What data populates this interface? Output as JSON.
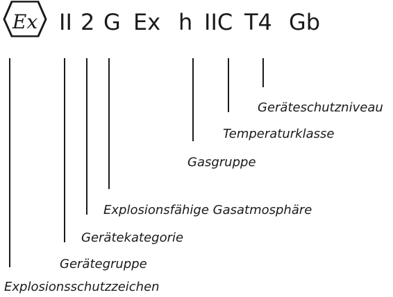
{
  "marking": {
    "symbol_letters": "Ex",
    "parts": [
      "II",
      "2",
      "G",
      "Ex",
      "h",
      "IIC",
      "T4",
      "Gb"
    ]
  },
  "labels": {
    "explosion_mark": "Explosionsschutzzeichen",
    "equipment_group": "Gerätegruppe",
    "equipment_category": "Gerätekategorie",
    "atmosphere": "Explosionsfähige Gasatmosphäre",
    "gas_group": "Gasgruppe",
    "temperature_class": "Temperaturklasse",
    "protection_level": "Geräteschutzniveau"
  },
  "colors": {
    "ink": "#1a1a1a",
    "background": "#ffffff"
  }
}
